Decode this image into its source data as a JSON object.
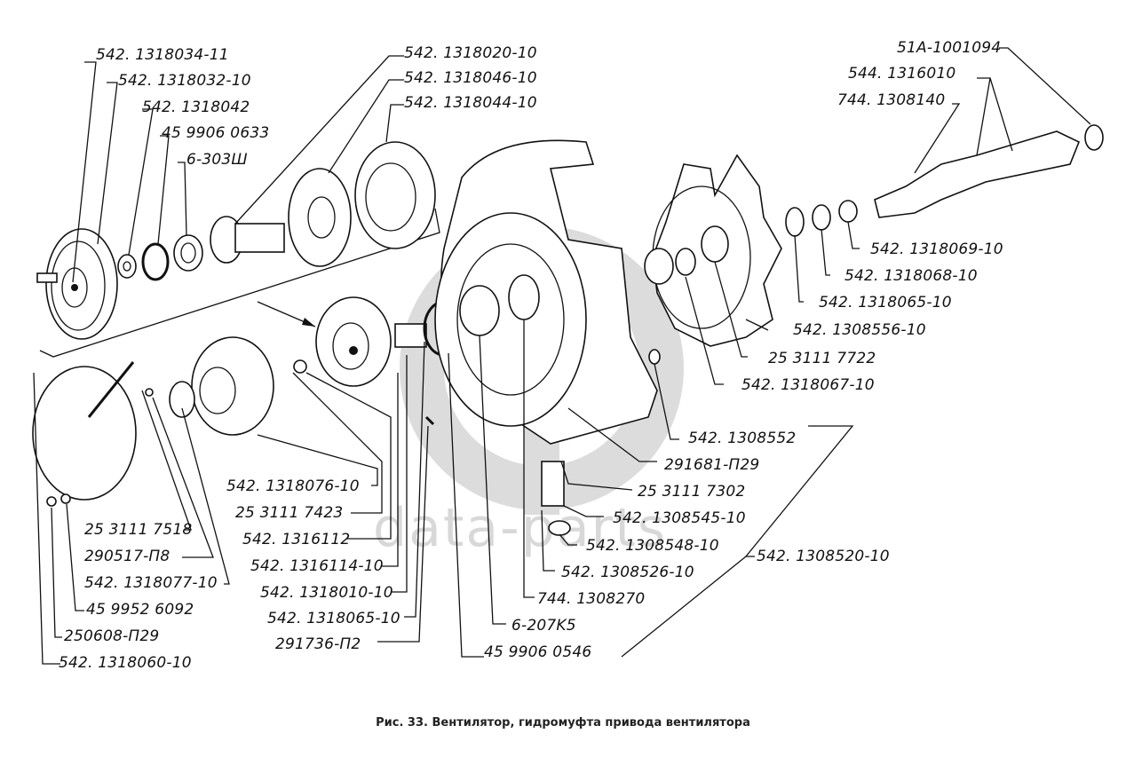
{
  "figure": {
    "caption": "Рис. 33. Вентилятор, гидромуфта привода вентилятора",
    "watermark": "data-parts"
  },
  "labels": {
    "top_left": [
      "542. 1318034-11",
      "542. 1318032-10",
      "542. 1318042",
      "45 9906 0633",
      "6-303Ш"
    ],
    "top_center": [
      "542. 1318020-10",
      "542. 1318046-10",
      "542. 1318044-10"
    ],
    "top_right": [
      "51A-1001094",
      "544. 1316010",
      "744. 1308140"
    ],
    "right": [
      "542. 1318069-10",
      "542. 1318068-10",
      "542. 1318065-10",
      "542. 1308556-10",
      "25 3111 7722",
      "542. 1318067-10"
    ],
    "lower_right": [
      "542. 1308552",
      "291681-П29",
      "25 3111 7302",
      "542. 1308545-10",
      "542. 1308548-10",
      "542. 1308520-10",
      "542. 1308526-10",
      "744. 1308270",
      "6-207K5",
      "45 9906 0546"
    ],
    "lower_center": [
      "542. 1318076-10",
      "25 3111 7423",
      "542. 1316112",
      "542. 1316114-10",
      "542. 1318010-10",
      "542. 1318065-10",
      "291736-П2"
    ],
    "lower_left": [
      "25 3111 7518",
      "290517-П8",
      "542. 1318077-10",
      "45 9952 6092",
      "250608-П29",
      "542. 1318060-10"
    ]
  }
}
